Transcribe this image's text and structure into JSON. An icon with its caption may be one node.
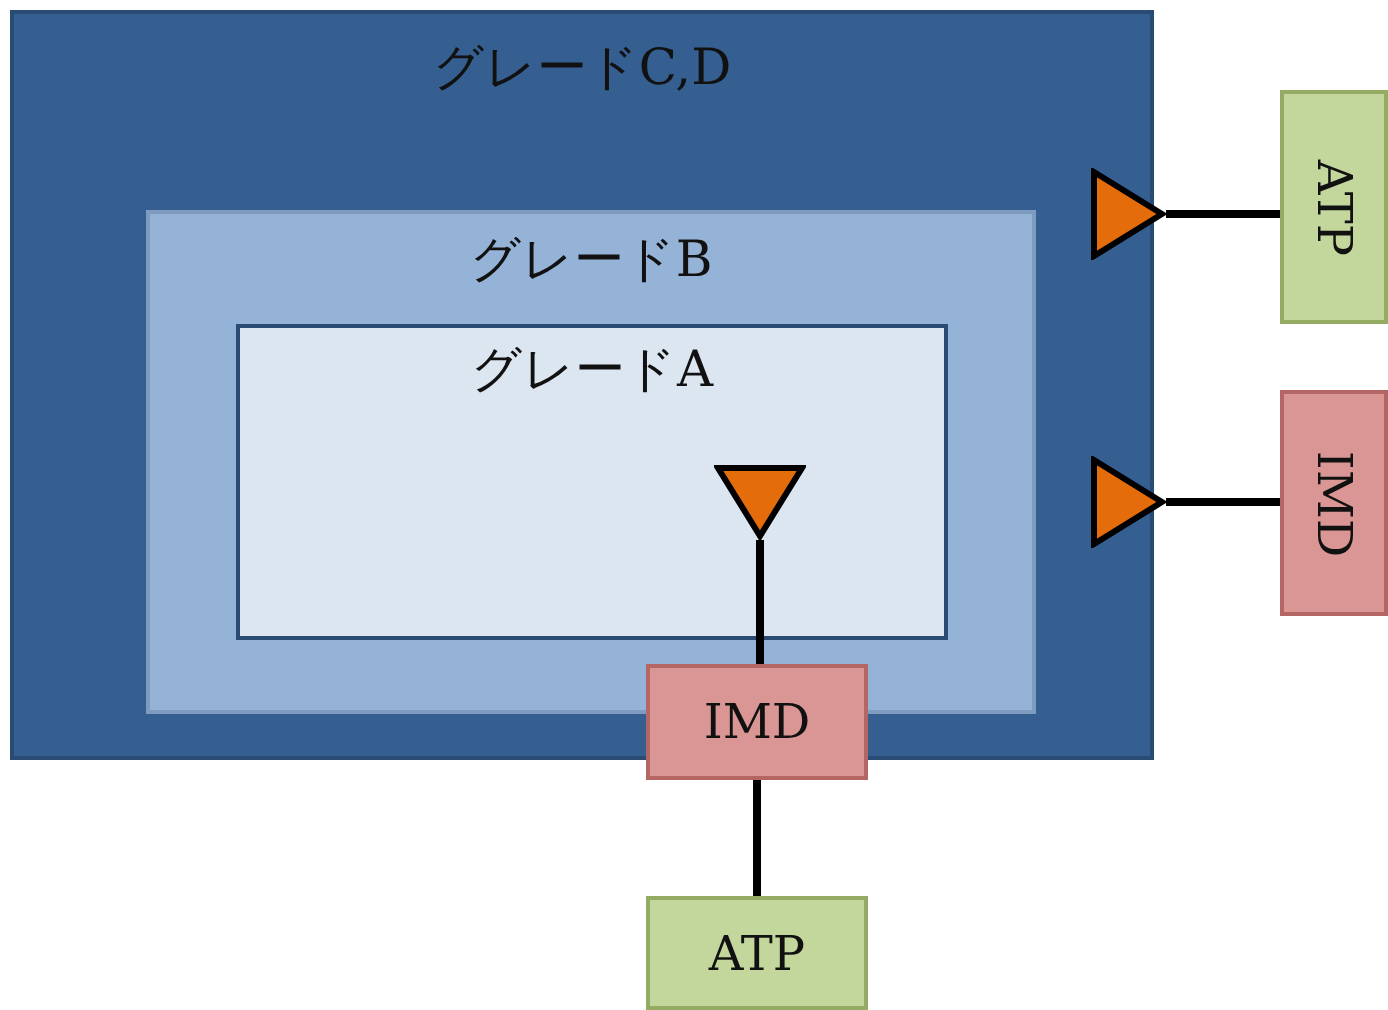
{
  "diagram": {
    "nodes": [
      {
        "text": [
          "グレードC,D"
        ]
      },
      {
        "text": [
          "グレードB"
        ],
        "in": 0
      },
      {
        "text": [
          "グレードA"
        ],
        "in": 1
      },
      {
        "text": [
          "IMD"
        ]
      },
      {
        "text": [
          "ATP"
        ]
      },
      {
        "text": [
          "ATP"
        ]
      },
      {
        "text": [
          "IMD"
        ]
      },
      {
        "text": [],
        "shape": "triangle",
        "in": 2
      },
      {
        "text": [],
        "shape": "triangle"
      },
      {
        "text": [],
        "shape": "triangle"
      }
    ],
    "edges": [
      {
        "from": 7,
        "to": 3,
        "arrow": "none"
      },
      {
        "from": 3,
        "to": 4,
        "arrow": "none"
      },
      {
        "from": 8,
        "to": 5,
        "arrow": "none"
      },
      {
        "from": 9,
        "to": 6,
        "arrow": "none"
      }
    ]
  }
}
